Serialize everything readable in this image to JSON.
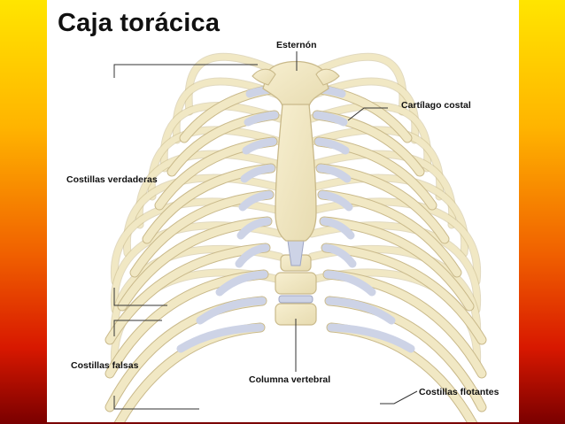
{
  "title": "Caja torácica",
  "labels": {
    "esternon": "Esternón",
    "cartilago_costal": "Cartílago costal",
    "costillas_verdaderas": "Costillas verdaderas",
    "costillas_falsas": "Costillas falsas",
    "columna_vertebral": "Columna vertebral",
    "costillas_flotantes": "Costillas flotantes"
  },
  "colors": {
    "bone": "#f1e8c4",
    "bone_outline": "#c9b98a",
    "cartilage": "#cdd3e6",
    "cartilage_outline": "#9ea6c4",
    "line": "#333333"
  }
}
